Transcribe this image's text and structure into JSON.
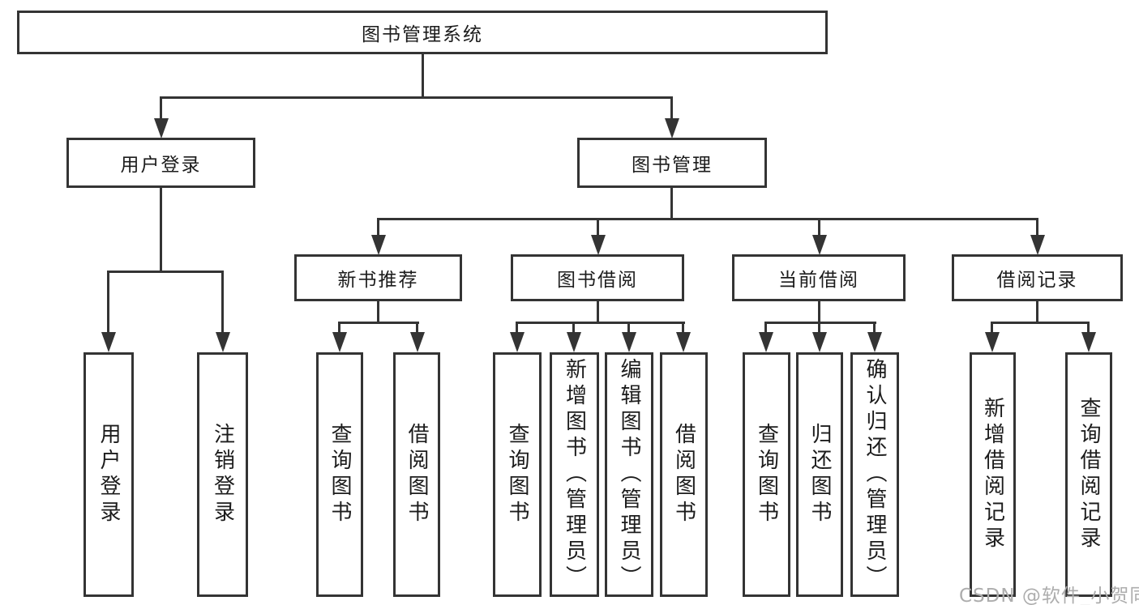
{
  "diagram": {
    "watermark": "CSDN @软件_小贺同学",
    "colors": {
      "line": "#343434",
      "text": "#1c1c1c",
      "box_bg": "#ffffff",
      "watermark": "#adadad"
    }
  },
  "nodes": {
    "root": {
      "label": "图书管理系统"
    },
    "user_login": {
      "label": "用户登录"
    },
    "book_mgmt": {
      "label": "图书管理"
    },
    "new_rec": {
      "label": "新书推荐"
    },
    "borrow": {
      "label": "图书借阅"
    },
    "current": {
      "label": "当前借阅"
    },
    "records": {
      "label": "借阅记录"
    },
    "leaf_login": {
      "label": "用户登录"
    },
    "leaf_logout": {
      "label": "注销登录"
    },
    "leaf_rec_query": {
      "label": "查询图书"
    },
    "leaf_rec_borrow": {
      "label": "借阅图书"
    },
    "leaf_bor_query": {
      "label": "查询图书"
    },
    "leaf_bor_add": {
      "label": "新增图书（管理员）"
    },
    "leaf_bor_edit": {
      "label": "编辑图书（管理员）"
    },
    "leaf_bor_borrow": {
      "label": "借阅图书"
    },
    "leaf_cur_query": {
      "label": "查询图书"
    },
    "leaf_cur_return": {
      "label": "归还图书"
    },
    "leaf_cur_confirm": {
      "label": "确认归还（管理员）"
    },
    "leaf_log_add": {
      "label": "新增借阅记录"
    },
    "leaf_log_query": {
      "label": "查询借阅记录"
    }
  }
}
